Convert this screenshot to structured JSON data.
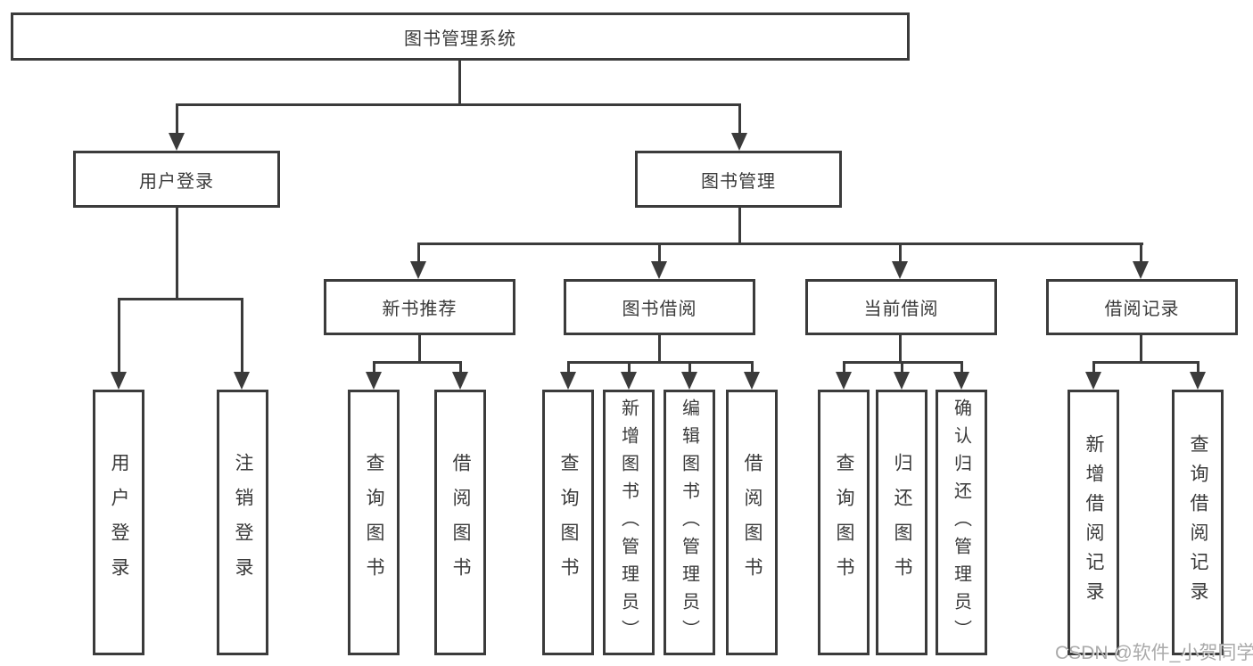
{
  "diagram": {
    "root": {
      "label": "图书管理系统"
    },
    "branches": [
      {
        "label": "用户登录",
        "children": [
          {
            "label": "用户登录"
          },
          {
            "label": "注销登录"
          }
        ]
      },
      {
        "label": "图书管理",
        "children": [
          {
            "label": "新书推荐",
            "children": [
              {
                "label": "查询图书"
              },
              {
                "label": "借阅图书"
              }
            ]
          },
          {
            "label": "图书借阅",
            "children": [
              {
                "label": "查询图书"
              },
              {
                "label": "新增图书（管理员）"
              },
              {
                "label": "编辑图书（管理员）"
              },
              {
                "label": "借阅图书"
              }
            ]
          },
          {
            "label": "当前借阅",
            "children": [
              {
                "label": "查询图书"
              },
              {
                "label": "归还图书"
              },
              {
                "label": "确认归还（管理员）"
              }
            ]
          },
          {
            "label": "借阅记录",
            "children": [
              {
                "label": "新增借阅记录"
              },
              {
                "label": "查询借阅记录"
              }
            ]
          }
        ]
      }
    ]
  },
  "colors": {
    "line": "#3b3b3b",
    "text": "#3a3a3a",
    "watermark": "#9b9b9b"
  },
  "watermark": {
    "text": "CSDN @软件_小贺同学"
  }
}
